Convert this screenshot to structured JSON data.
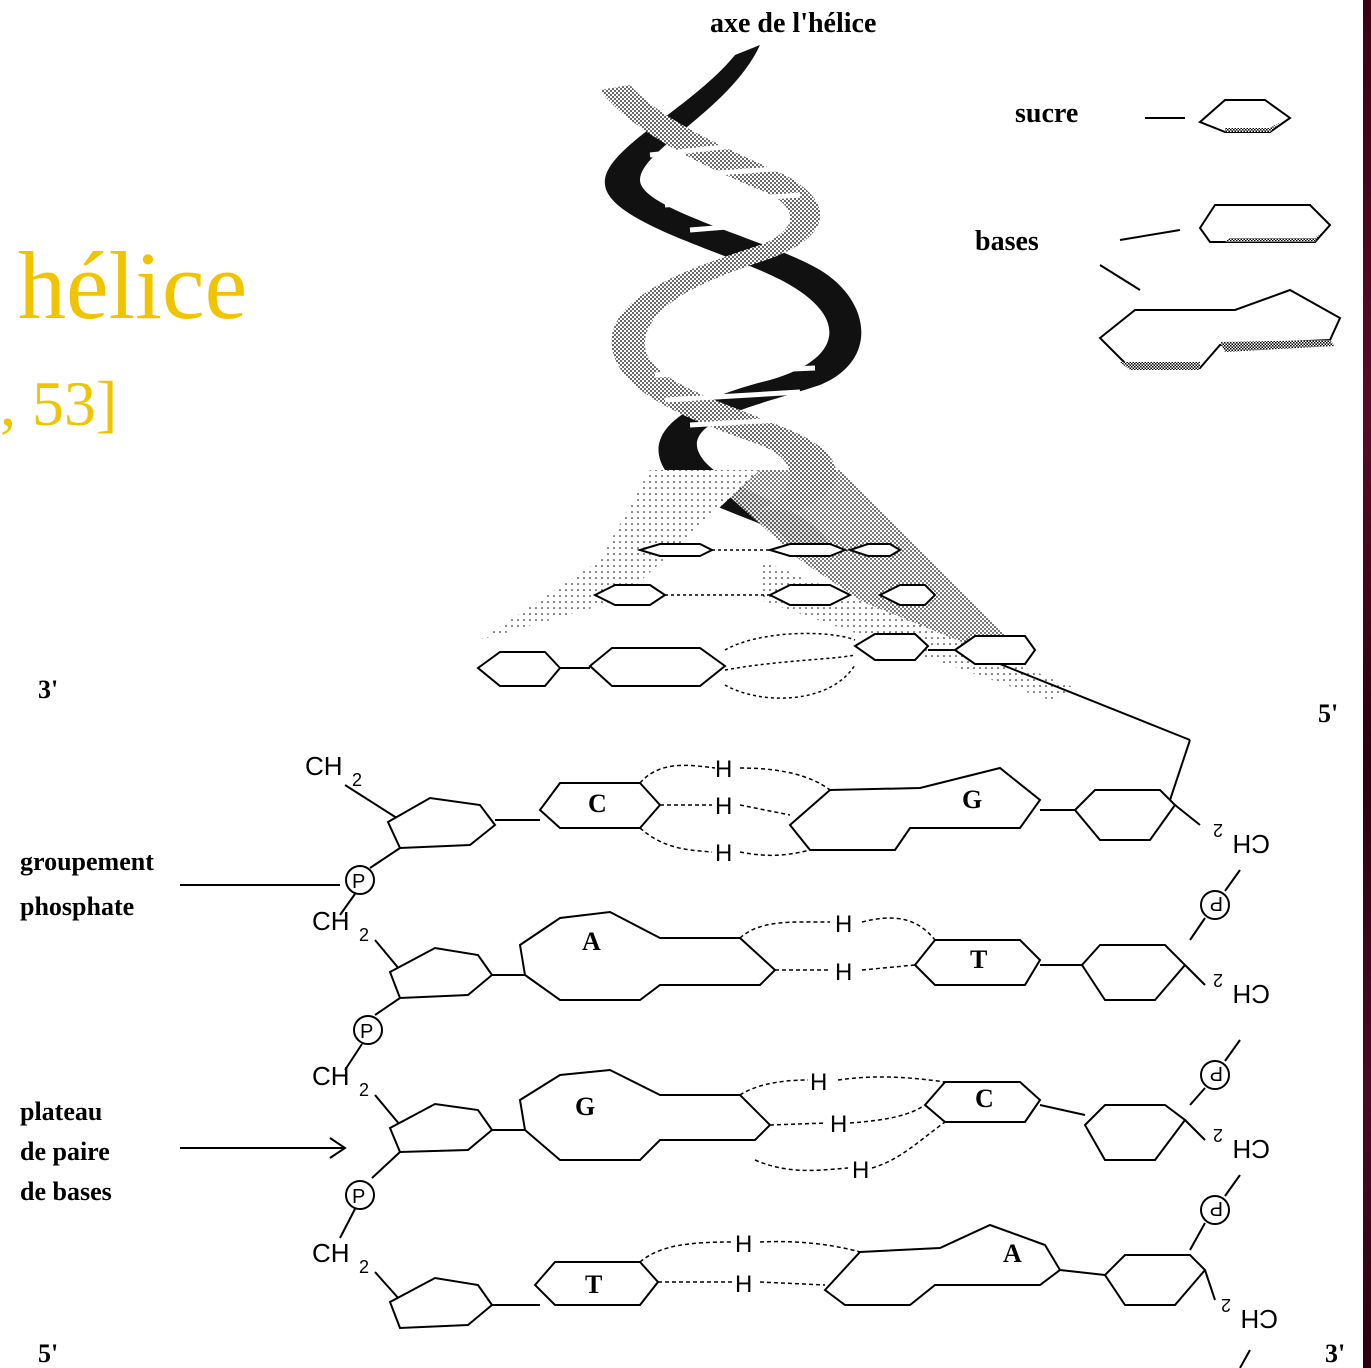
{
  "slide": {
    "title_fragment": "hélice",
    "subtitle_fragment": ", 53]",
    "accent_color": "#f0c400"
  },
  "diagram": {
    "helix_axis_label": "axe de l'hélice",
    "legend": {
      "sugar_label": "sucre",
      "bases_label": "bases"
    },
    "left_labels": {
      "top_end": "3'",
      "bottom_end": "5'",
      "phosphate_line1": "groupement",
      "phosphate_line2": "phosphate",
      "plateau_line1": "plateau",
      "plateau_line2": "de paire",
      "plateau_line3": "de bases"
    },
    "right_labels": {
      "top_end": "5'",
      "bottom_end": "3'"
    },
    "chem": {
      "ch2": "CH",
      "sub2": "2",
      "phosphate": "P",
      "hydrogen": "H"
    },
    "base_pairs": [
      {
        "left": "C",
        "right": "G"
      },
      {
        "left": "A",
        "right": "T"
      },
      {
        "left": "G",
        "right": "C"
      },
      {
        "left": "T",
        "right": "A"
      }
    ]
  }
}
